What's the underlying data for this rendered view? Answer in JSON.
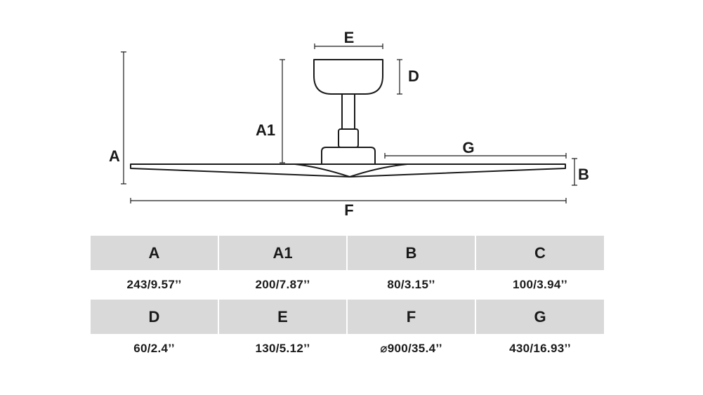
{
  "diagram": {
    "labels": {
      "A": "A",
      "A1": "A1",
      "B": "B",
      "D": "D",
      "E": "E",
      "F": "F",
      "G": "G"
    }
  },
  "table": {
    "rows": [
      {
        "headers": [
          "A",
          "A1",
          "B",
          "C"
        ],
        "values": [
          "243/9.57’’",
          "200/7.87’’",
          "80/3.15’’",
          "100/3.94’’"
        ]
      },
      {
        "headers": [
          "D",
          "E",
          "F",
          "G"
        ],
        "values": [
          "60/2.4’’",
          "130/5.12’’",
          "⌀900/35.4’’",
          "430/16.93’’"
        ]
      }
    ]
  },
  "colors": {
    "line": "#1a1a1a",
    "header_bg": "#d9d9d9",
    "background": "#ffffff"
  }
}
